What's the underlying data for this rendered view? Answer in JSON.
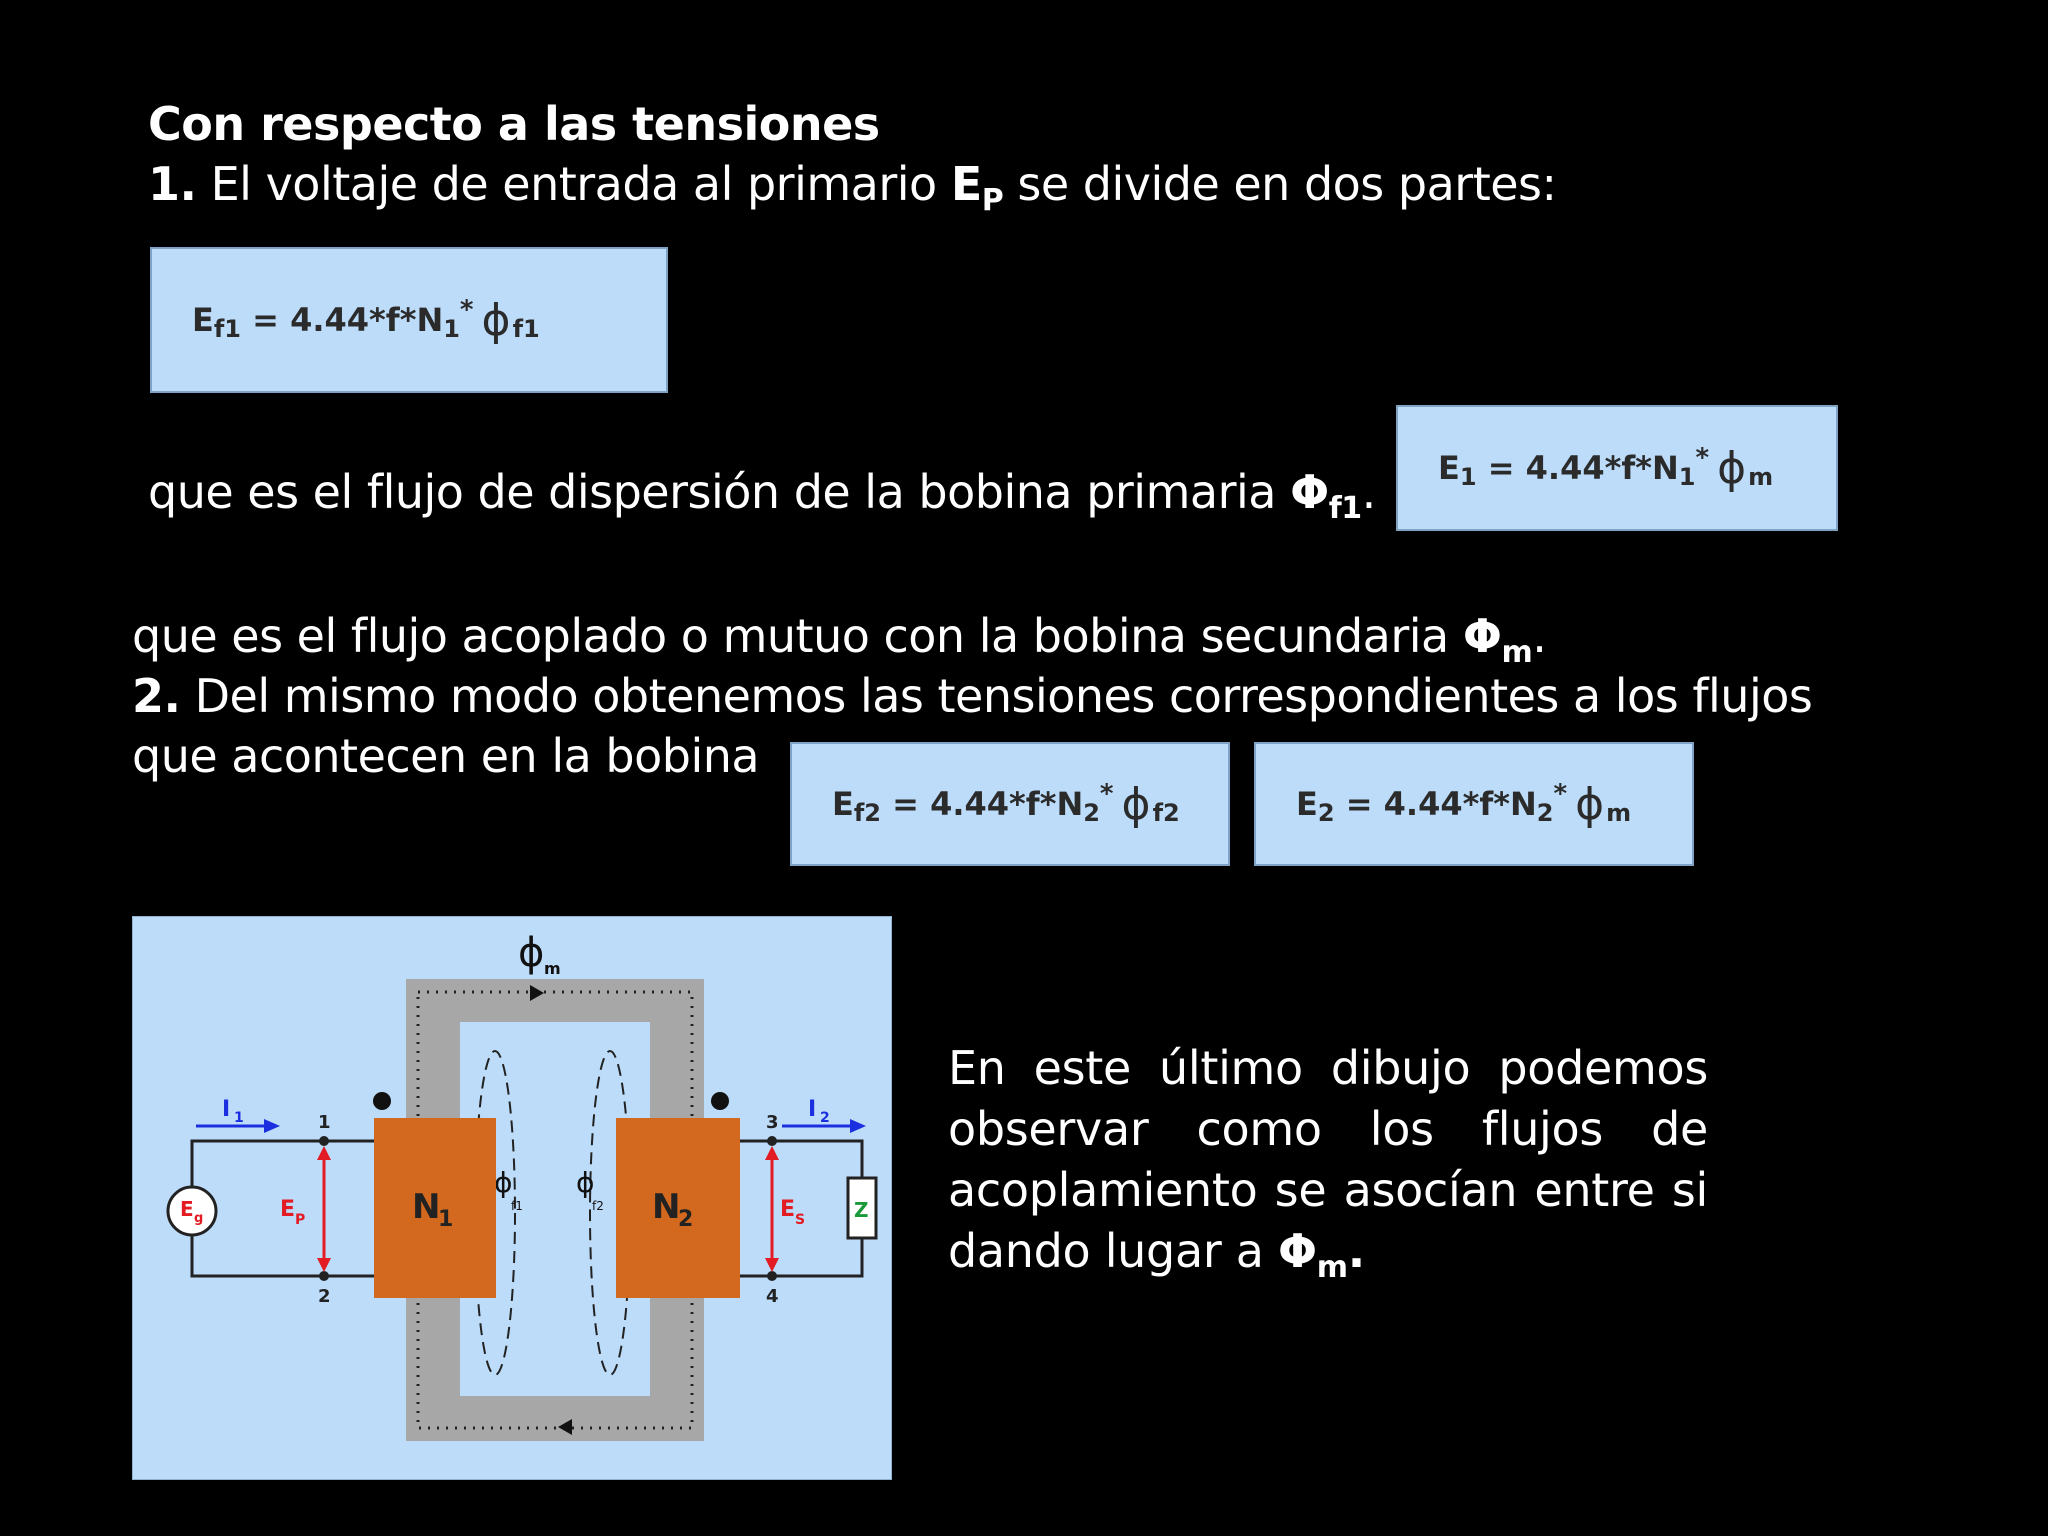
{
  "heading": "Con respecto a las tensiones",
  "item1": {
    "number": "1.",
    "text": "El voltaje de entrada al primario",
    "symbol": "E",
    "symbol_sub": "P",
    "rest": "se divide en dos partes:"
  },
  "formula_ef1": {
    "lhs": "E",
    "lhs_sub": "f1",
    "mid": "= 4.44*f*N",
    "n_sub": "1",
    "star": "*",
    "phi": "ϕ",
    "phi_sub": "f1"
  },
  "line_dispersion": {
    "text": "que es el flujo de dispersión de la bobina primaria",
    "symbol": "Φ",
    "symbol_sub": "f1",
    "end": "."
  },
  "formula_e1": {
    "lhs": "E",
    "lhs_sub": "1",
    "mid": "= 4.44*f*N",
    "n_sub": "1",
    "star": "*",
    "phi": "ϕ",
    "phi_sub": "m"
  },
  "line_mutuo": {
    "text": "que es el flujo acoplado o mutuo con la bobina secundaria",
    "symbol": "Φ",
    "symbol_sub": "m",
    "end": "."
  },
  "item2": {
    "number": "2.",
    "text": "Del mismo modo obtenemos las tensiones correspondientes a los flujos",
    "text2": "que acontecen en la bobina"
  },
  "formula_ef2": {
    "lhs": "E",
    "lhs_sub": "f2",
    "mid": "= 4.44*f*N",
    "n_sub": "2",
    "star": "*",
    "phi": "ϕ",
    "phi_sub": "f2"
  },
  "formula_e2": {
    "lhs": "E",
    "lhs_sub": "2",
    "mid": "= 4.44*f*N",
    "n_sub": "2",
    "star": "*",
    "phi": "ϕ",
    "phi_sub": "m"
  },
  "paragraph": {
    "line1": "En este último dibujo podemos",
    "line2": "observar como los flujos de",
    "line3": "acoplamiento se asocían entre si",
    "line4": "dando lugar a",
    "symbol": "Φ",
    "symbol_sub": "m",
    "end": "."
  },
  "diagram": {
    "phi_m": "ϕ",
    "phi_m_sub": "m",
    "i1": "I",
    "i1_sub": "1",
    "i2": "I",
    "i2_sub": "2",
    "node1": "1",
    "node2": "2",
    "node3": "3",
    "node4": "4",
    "eg": "E",
    "eg_sub": "g",
    "ep": "E",
    "ep_sub": "P",
    "es": "E",
    "es_sub": "S",
    "z": "Z",
    "n1": "N",
    "n1_sub": "1",
    "n2": "N",
    "n2_sub": "2",
    "phi_f1": "ϕ",
    "phi_f1_sub": "f1",
    "phi_f2": "ϕ",
    "phi_f2_sub": "f2",
    "colors": {
      "background": "#bcdcfa",
      "core": "#a7a7a7",
      "coil": "#d2691e",
      "current": "#1b2fe0",
      "voltage": "#e31b23",
      "z": "#1a9a3a"
    }
  }
}
